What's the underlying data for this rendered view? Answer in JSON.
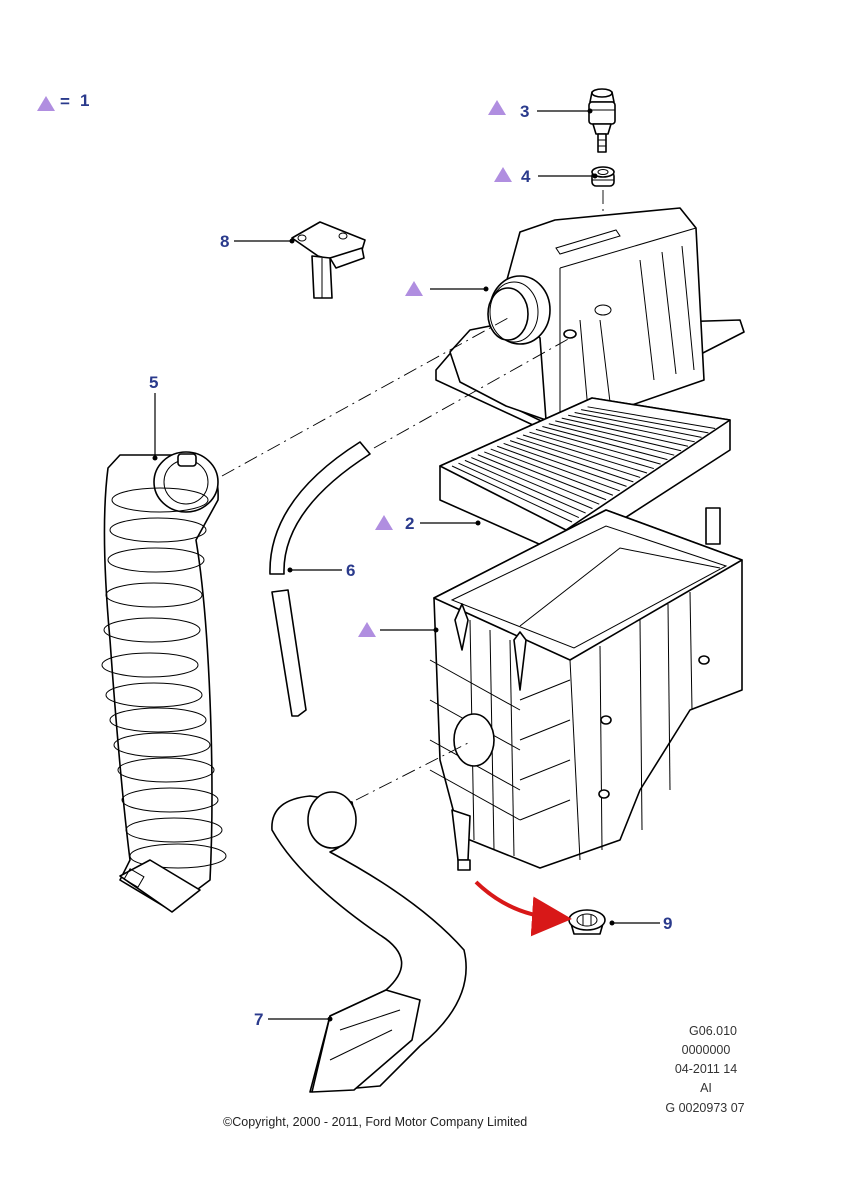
{
  "legend": {
    "symbol": "triangle-icon",
    "equals": "=",
    "value": "1"
  },
  "callouts": [
    {
      "number": "1",
      "part": "air-cleaner-cover",
      "marker": "triangle"
    },
    {
      "number": "2",
      "part": "air-filter-element",
      "marker": "triangle"
    },
    {
      "number": "3",
      "part": "valve",
      "marker": "triangle"
    },
    {
      "number": "4",
      "part": "grommet",
      "marker": "triangle"
    },
    {
      "number": "5",
      "part": "intake-hose"
    },
    {
      "number": "6",
      "part": "breather-hose"
    },
    {
      "number": "7",
      "part": "air-intake-duct"
    },
    {
      "number": "8",
      "part": "mass-air-flow-sensor"
    },
    {
      "number": "9",
      "part": "drain-valve"
    },
    {
      "number": "1",
      "part": "air-cleaner-housing",
      "marker": "triangle"
    }
  ],
  "labels": {
    "l2": "2",
    "l3": "3",
    "l4": "4",
    "l5": "5",
    "l6": "6",
    "l7": "7",
    "l8": "8",
    "l9": "9"
  },
  "reference": {
    "line1": "G06.010",
    "line2": "0000000",
    "line3": "04-2011 14",
    "line4": "AI",
    "line5": "G 0020973 07"
  },
  "copyright": "©Copyright, 2000 - 2011, Ford Motor Company Limited",
  "colors": {
    "label": "#2a3a8c",
    "triangle": "#b08ee0",
    "arrow": "#d81818"
  }
}
